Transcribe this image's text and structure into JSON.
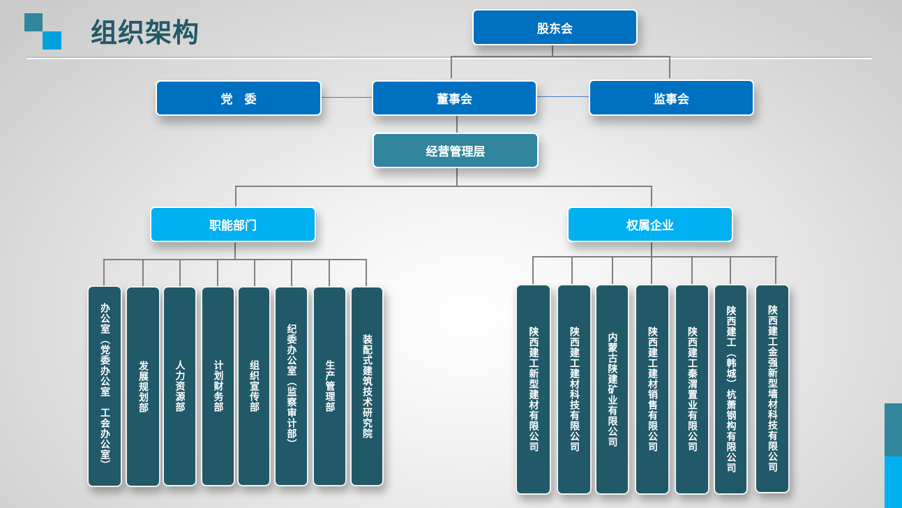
{
  "header": {
    "title": "组织架构"
  },
  "colors": {
    "top_box": "#0070c0",
    "management_box": "#31859c",
    "category_box": "#00b0f0",
    "unit_box": "#215968",
    "title_text": "#215968",
    "connector": "#7f7f7f"
  },
  "org": {
    "shareholders": "股东会",
    "party_committee": "党　委",
    "board": "董事会",
    "supervisors": "监事会",
    "management": "经营管理层",
    "functional_departments": {
      "label": "职能部门",
      "items": [
        "办公室（党委办公室　工会办公室）",
        "发展规划部",
        "人力资源部",
        "计划财务部",
        "组织宣传部",
        "纪委办公室（监察审计部）",
        "生产管理部",
        "装配式建筑技术研究院"
      ]
    },
    "subsidiaries": {
      "label": "权属企业",
      "items": [
        "陕西建工新型建材有限公司",
        "陕西建工建材科技有限公司",
        "内蒙古陕建矿业有限公司",
        "陕西建工建材销售有限公司",
        "陕西建工秦渭置业有限公司",
        "陕西建工（韩城）杭萧钢构有限公司",
        "陕西建工金强新型墙材科技有限公司"
      ]
    }
  }
}
